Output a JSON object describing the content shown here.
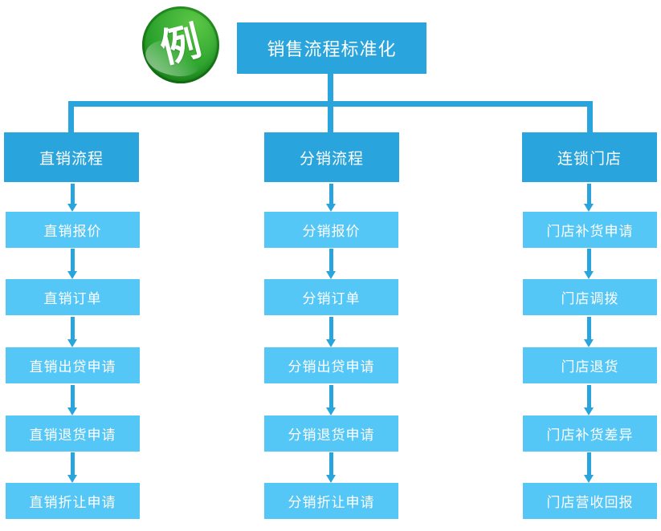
{
  "badge": {
    "label": "例"
  },
  "root": {
    "label": "销售流程标准化"
  },
  "columns": [
    {
      "header": "直销流程",
      "items": [
        "直销报价",
        "直销订单",
        "直销出贷申请",
        "直销退货申请",
        "直销折让申请"
      ]
    },
    {
      "header": "分销流程",
      "items": [
        "分销报价",
        "分销订单",
        "分销出贷申请",
        "分销退货申请",
        "分销折让申请"
      ]
    },
    {
      "header": "连锁门店",
      "items": [
        "门店补货申请",
        "门店调拨",
        "门店退货",
        "门店补货差异",
        "门店营收回报"
      ]
    }
  ],
  "colors": {
    "parent_blue": "#29A4DC",
    "child_blue": "#55C7F6",
    "connector_blue": "#29A4DC",
    "badge_green": "#2DA42E",
    "text_white": "#FFFFFF"
  }
}
